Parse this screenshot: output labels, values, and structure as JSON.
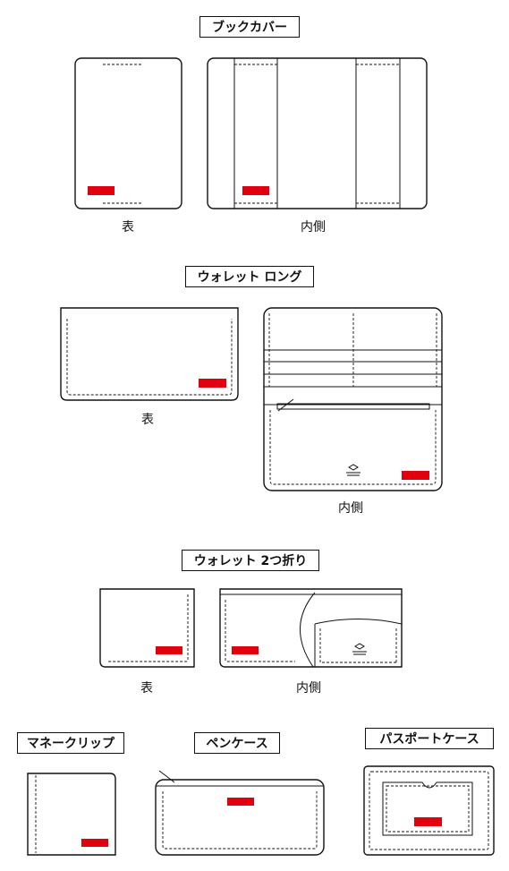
{
  "colors": {
    "accent": "#e0000f",
    "line": "#111111"
  },
  "sections": {
    "book_cover": {
      "title": "ブックカバー",
      "outer_label": "表",
      "inner_label": "内側"
    },
    "wallet_long": {
      "title": "ウォレット ロング",
      "outer_label": "表",
      "inner_label": "内側"
    },
    "wallet_bifold": {
      "title": "ウォレット 2つ折り",
      "outer_label": "表",
      "inner_label": "内側"
    },
    "money_clip": {
      "title": "マネークリップ"
    },
    "pen_case": {
      "title": "ペンケース"
    },
    "passport_case": {
      "title": "パスポートケース"
    }
  },
  "logo_icon": "traveler-factory-logo-icon"
}
